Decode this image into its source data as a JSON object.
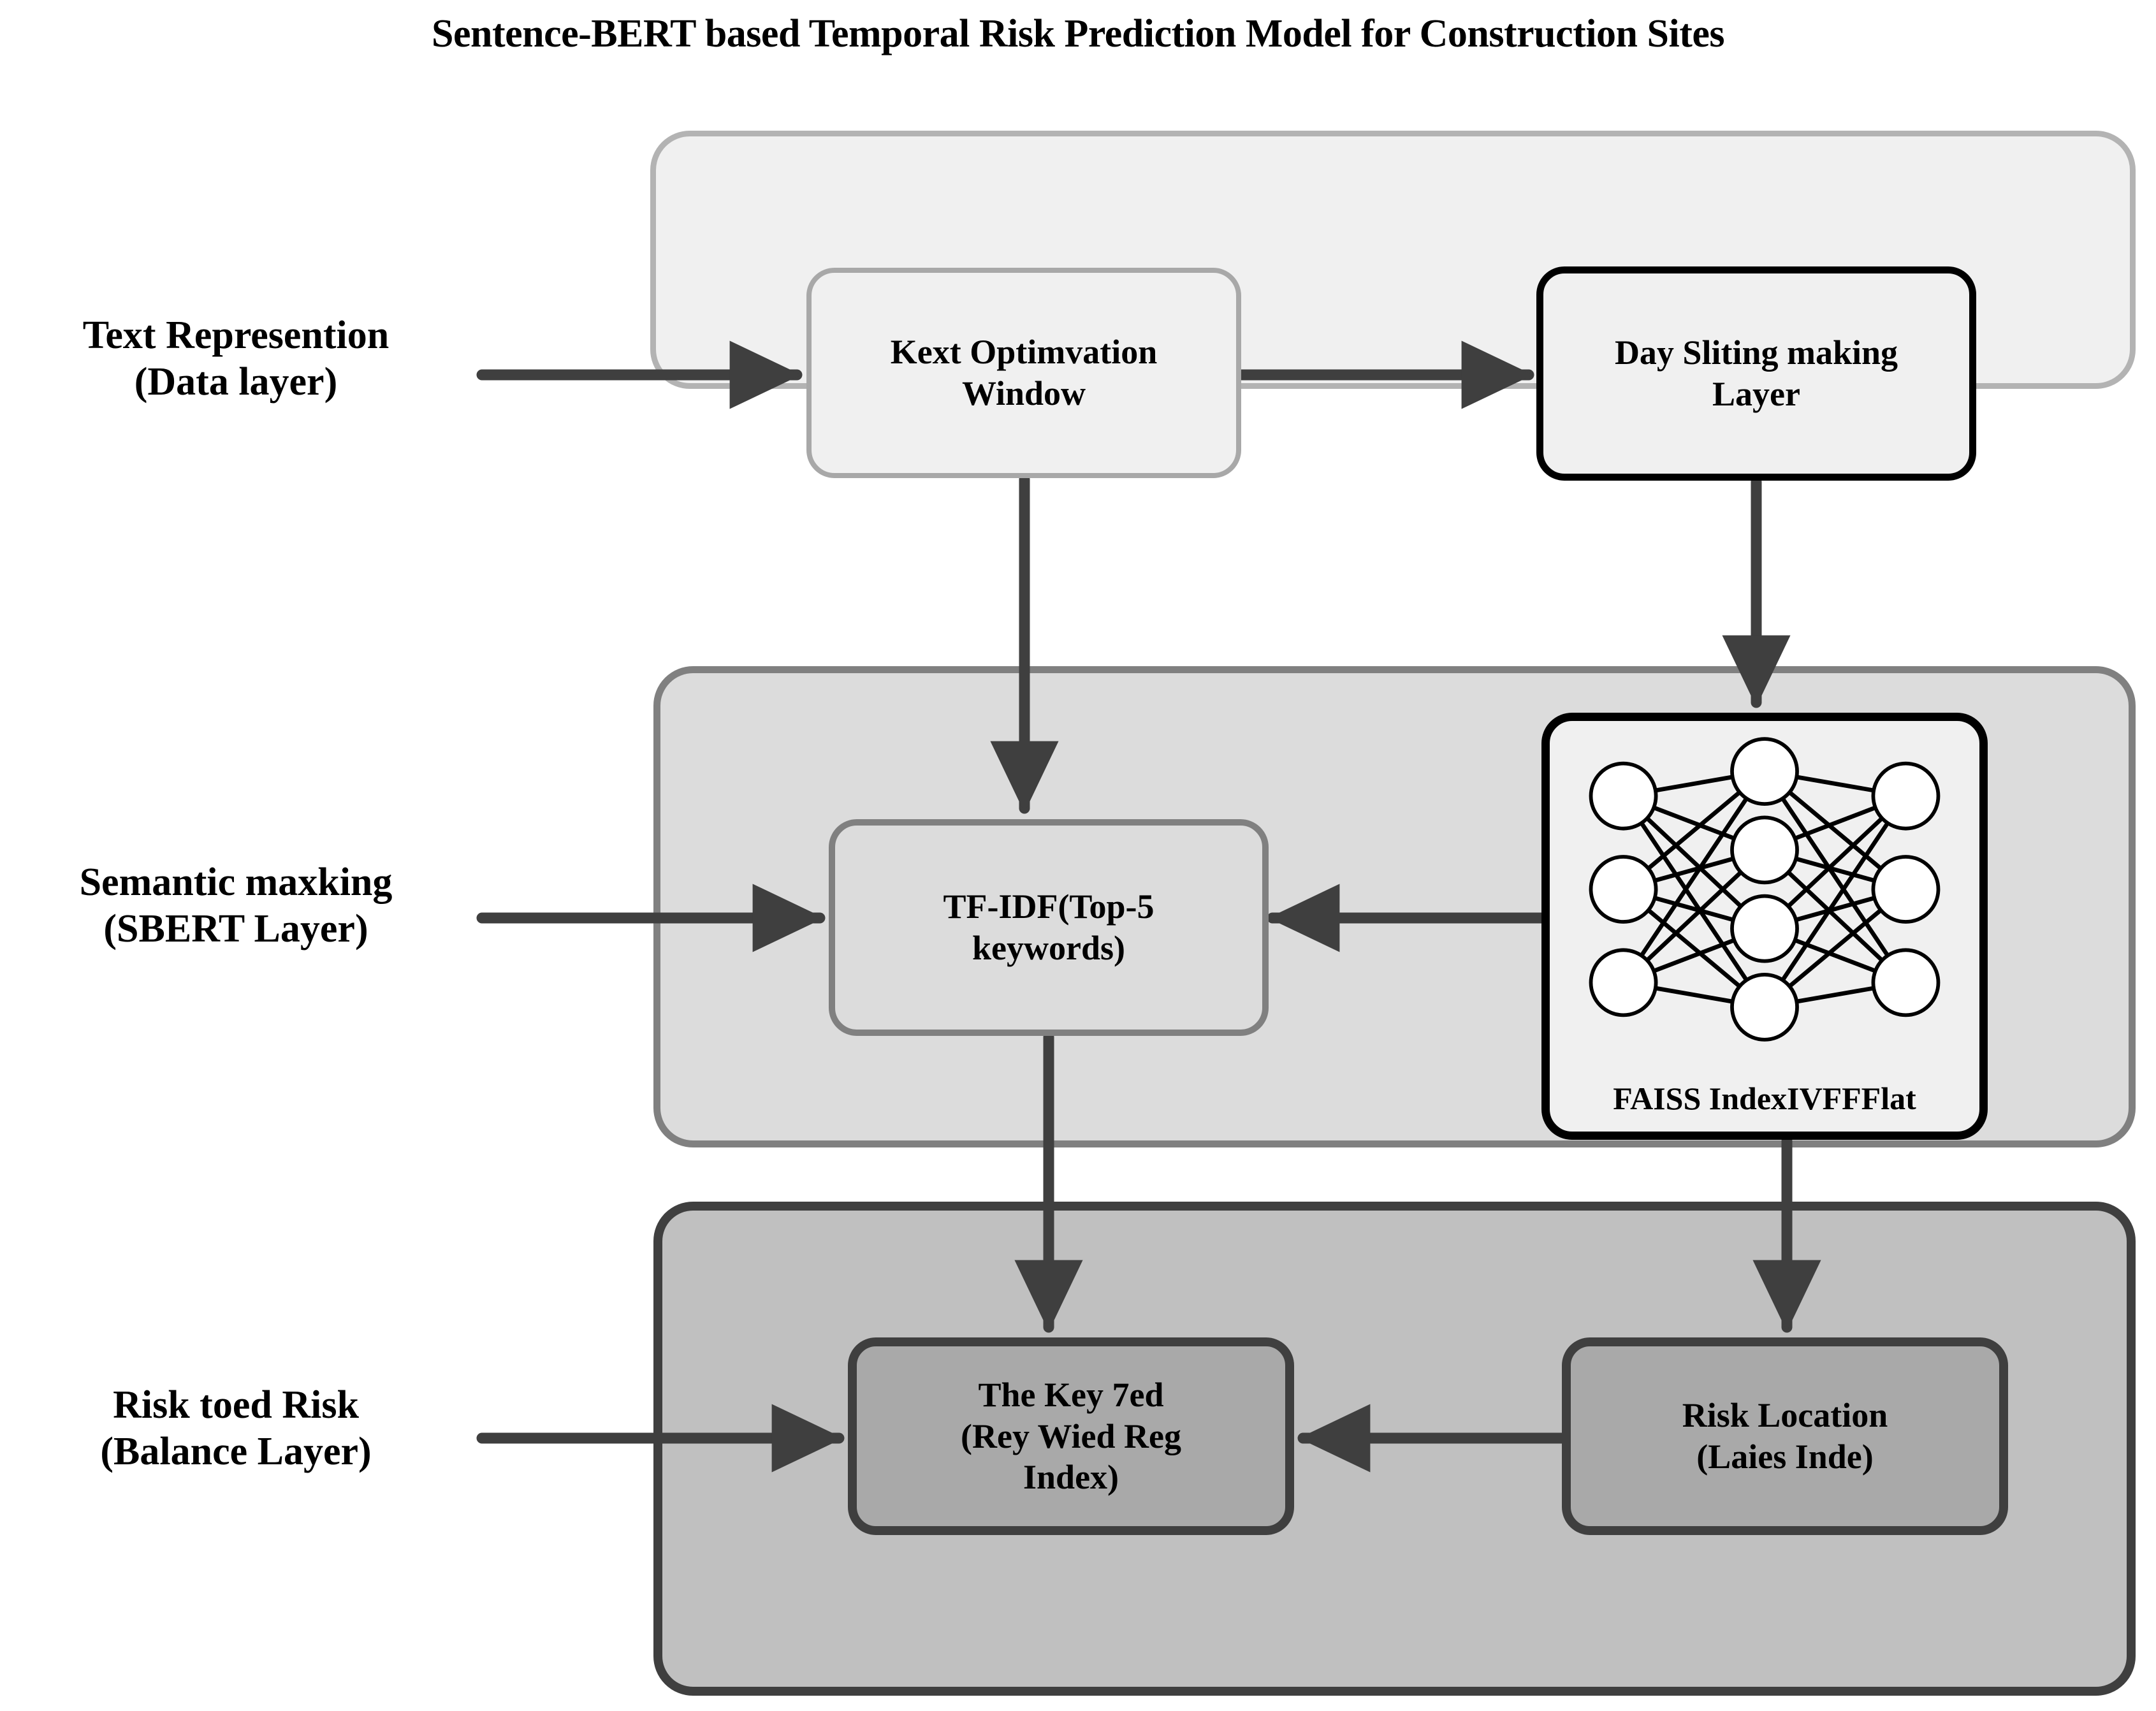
{
  "title": "Sentence-BERT based Temporal Risk Prediction Model for Construction Sites",
  "rows": [
    {
      "label_line1": "Text Represention",
      "label_line2": "(Data layer)",
      "panel_fill": "#f0f0f0",
      "panel_border": "#b3b3b3"
    },
    {
      "label_line1": "Semantic maxking",
      "label_line2": "(SBERT Layer)",
      "panel_fill": "#dcdcdc",
      "panel_border": "#808080"
    },
    {
      "label_line1": "Risk toed Risk",
      "label_line2": "(Balance Layer)",
      "panel_fill": "#c0c0c0",
      "panel_border": "#3f3f3f"
    }
  ],
  "nodes": {
    "kext": {
      "line1": "Kext Optimvation",
      "line2": "Window"
    },
    "day_slicing": {
      "line1": "Day Sliting making",
      "line2": "Layer"
    },
    "tfidf": {
      "line1": "TF-IDF(Top-5",
      "line2": "keywords)"
    },
    "faiss": {
      "caption": "FAISS IndexIVFFFlat",
      "icon": "neural-network-icon"
    },
    "key7ed": {
      "line1": "The Key 7ed",
      "line2": "(Rey Wied Reg",
      "line3": "Index)"
    },
    "risk_location": {
      "line1": "Risk Location",
      "line2": "(Laies Inde)"
    }
  },
  "neural_network": {
    "input_nodes": 3,
    "hidden_nodes": 4,
    "output_nodes": 3,
    "node_fill": "#ffffff",
    "node_stroke": "#000000"
  },
  "arrows": [
    {
      "from": "text-representation-label",
      "to": "kext",
      "direction": "right"
    },
    {
      "from": "kext",
      "to": "day_slicing",
      "direction": "right"
    },
    {
      "from": "kext",
      "to": "tfidf",
      "direction": "down"
    },
    {
      "from": "day_slicing",
      "to": "faiss",
      "direction": "down"
    },
    {
      "from": "semantic-maxking-label",
      "to": "tfidf",
      "direction": "right"
    },
    {
      "from": "faiss",
      "to": "tfidf",
      "direction": "left"
    },
    {
      "from": "tfidf",
      "to": "key7ed",
      "direction": "down"
    },
    {
      "from": "faiss",
      "to": "risk_location",
      "direction": "down"
    },
    {
      "from": "risk-toed-risk-label",
      "to": "key7ed",
      "direction": "right"
    },
    {
      "from": "risk_location",
      "to": "key7ed",
      "direction": "left"
    }
  ],
  "colors": {
    "arrow": "#3f3f3f",
    "text": "#000000",
    "background": "#ffffff"
  }
}
